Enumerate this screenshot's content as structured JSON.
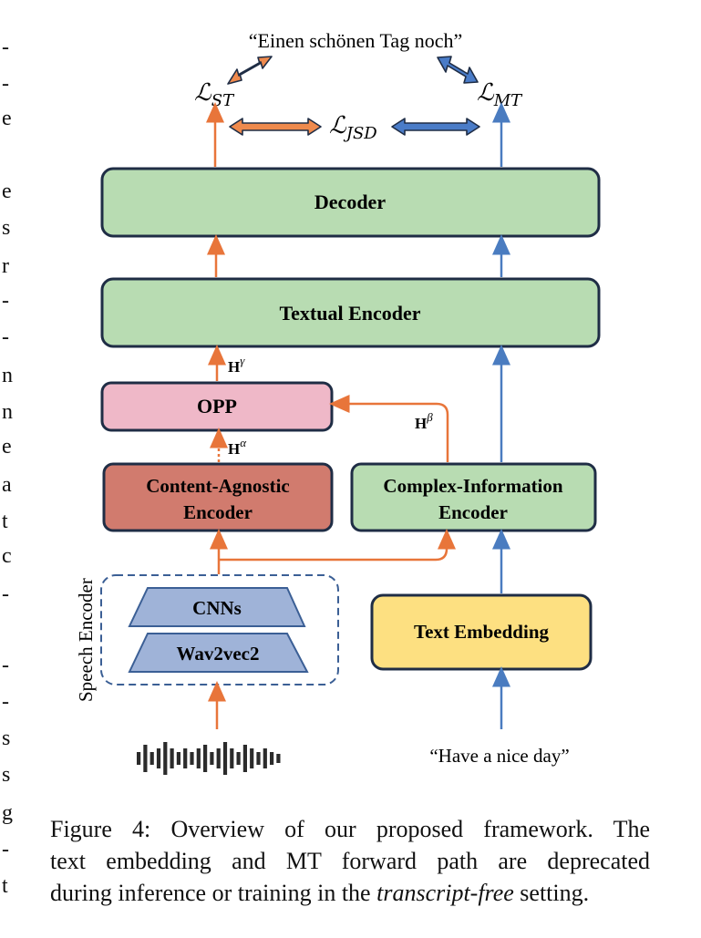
{
  "margin_glyphs": [
    "-",
    "-",
    "e",
    "e",
    "s",
    "r",
    "-",
    "-",
    "n",
    "n",
    "e",
    "a",
    "t",
    "c",
    "-",
    "-",
    "-",
    "s",
    "s",
    "g",
    "-",
    "t"
  ],
  "top_quote": "“Einen schönen Tag noch”",
  "loss_st": {
    "main": "ℒ",
    "sub": "ST"
  },
  "loss_mt": {
    "main": "ℒ",
    "sub": "MT"
  },
  "loss_jsd": {
    "main": "ℒ",
    "sub": "JSD"
  },
  "blocks": {
    "decoder": "Decoder",
    "textual_encoder": "Textual Encoder",
    "opp": "OPP",
    "content_agnostic_line1": "Content-Agnostic",
    "content_agnostic_line2": "Encoder",
    "complex_info_line1": "Complex-Information",
    "complex_info_line2": "Encoder",
    "cnns": "CNNs",
    "wav2vec2": "Wav2vec2",
    "text_embedding": "Text Embedding"
  },
  "speech_encoder_label": "Speech Encoder",
  "h_gamma": {
    "base": "H",
    "sup": "γ"
  },
  "h_alpha": {
    "base": "H",
    "sup": "α"
  },
  "h_beta": {
    "base": "H",
    "sup": "β"
  },
  "bottom_quote": "“Have a nice day”",
  "colors": {
    "orange_arrow": "#e8753a",
    "blue_arrow": "#4a7cc0",
    "green_fill": "#b8dcb2",
    "pink_fill": "#efb8c8",
    "red_fill": "#d17b6e",
    "yellow_fill": "#fde081",
    "trap_fill": "#9fb3d8",
    "dark_stroke": "#1f2d45",
    "jsd_orange_fill": "#ef8a4d",
    "jsd_blue_fill": "#4a7cc8"
  },
  "caption": {
    "line1": "Figure 4: Overview of our proposed framework. The",
    "line2": "text embedding and MT forward path are deprecated",
    "line3_before": "during inference or training in the ",
    "line3_italic": "transcript-free",
    "line3_after": " setting."
  }
}
